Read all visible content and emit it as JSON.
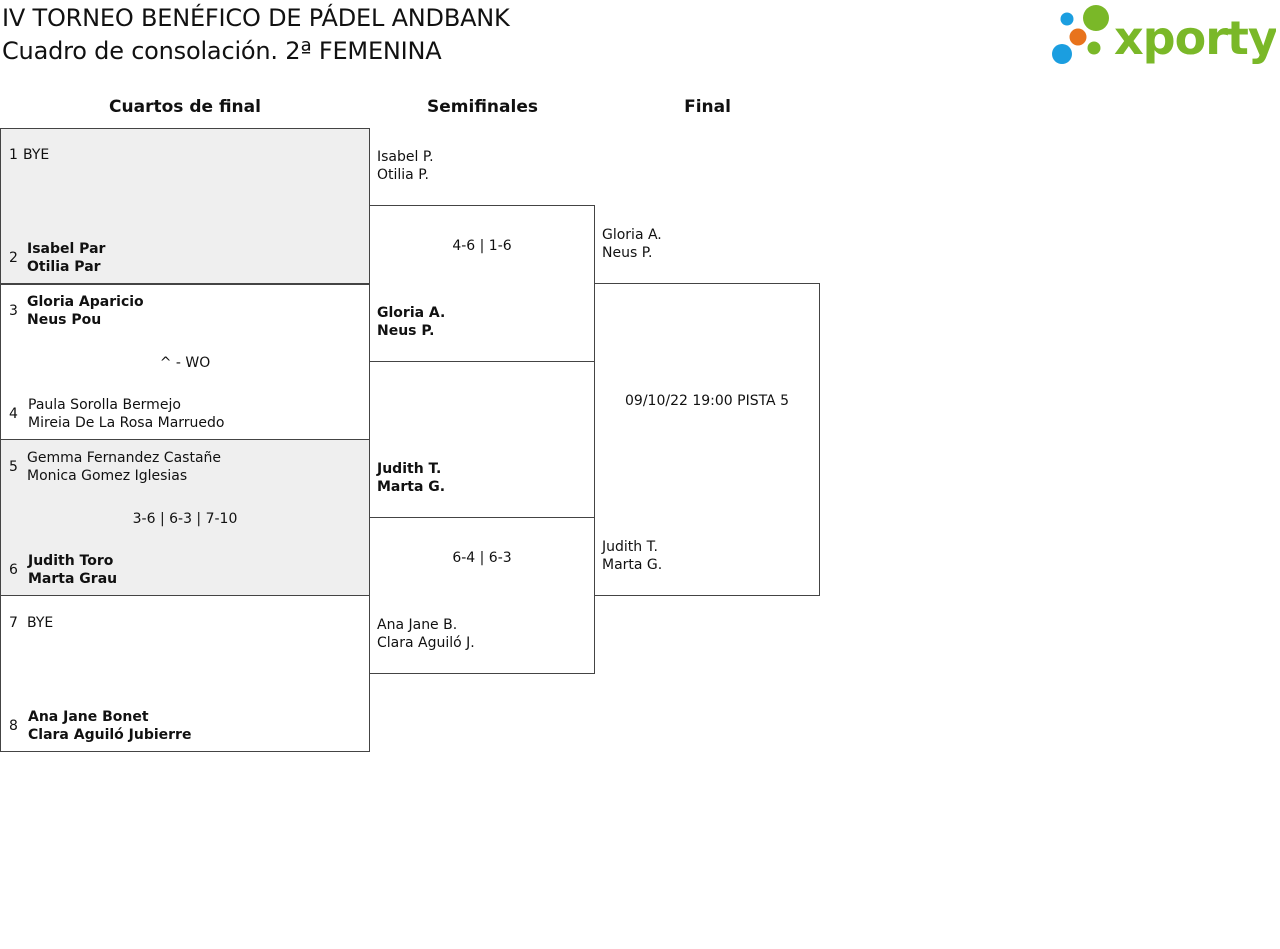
{
  "header": {
    "title_line1": "IV TORNEO BENÉFICO DE PÁDEL ANDBANK",
    "title_line2": "Cuadro de consolación. 2ª FEMENINA",
    "logo_text": "xporty",
    "logo_colors": {
      "green": "#7ab828",
      "blue": "#1b9ee0",
      "orange": "#e8731c"
    }
  },
  "columns": {
    "quarterfinals": "Cuartos de final",
    "semifinals": "Semifinales",
    "final": "Final"
  },
  "quarterfinals": [
    {
      "top": {
        "seed": "1",
        "players": [
          "BYE"
        ]
      },
      "score": "",
      "bottom": {
        "seed": "2",
        "players": [
          "Isabel Par",
          "Otilia Par"
        ]
      }
    },
    {
      "top": {
        "seed": "3",
        "players": [
          "Gloria Aparicio",
          "Neus Pou"
        ]
      },
      "score": "^ - WO",
      "bottom": {
        "seed": "4",
        "players": [
          "Paula Sorolla Bermejo",
          "Mireia De La Rosa Marruedo"
        ]
      }
    },
    {
      "top": {
        "seed": "5",
        "players": [
          "Gemma Fernandez Castañe",
          "Monica Gomez Iglesias"
        ]
      },
      "score": "3-6 | 6-3 | 7-10",
      "bottom": {
        "seed": "6",
        "players": [
          "Judith Toro",
          "Marta Grau"
        ]
      }
    },
    {
      "top": {
        "seed": "7",
        "players": [
          "BYE"
        ]
      },
      "score": "",
      "bottom": {
        "seed": "8",
        "players": [
          "Ana Jane Bonet",
          "Clara Aguiló Jubierre"
        ]
      }
    }
  ],
  "semifinals": [
    {
      "top": [
        "Isabel P.",
        "Otilia P."
      ],
      "score": "4-6 | 1-6",
      "bottom": [
        "Gloria A.",
        "Neus P."
      ]
    },
    {
      "top": [
        "Judith T.",
        "Marta G."
      ],
      "score": "6-4 | 6-3",
      "bottom": [
        "Ana Jane B.",
        "Clara Aguiló J."
      ]
    }
  ],
  "final": {
    "top": [
      "Gloria A.",
      "Neus P."
    ],
    "schedule": "09/10/22 19:00 PISTA 5",
    "bottom": [
      "Judith T.",
      "Marta G."
    ]
  }
}
